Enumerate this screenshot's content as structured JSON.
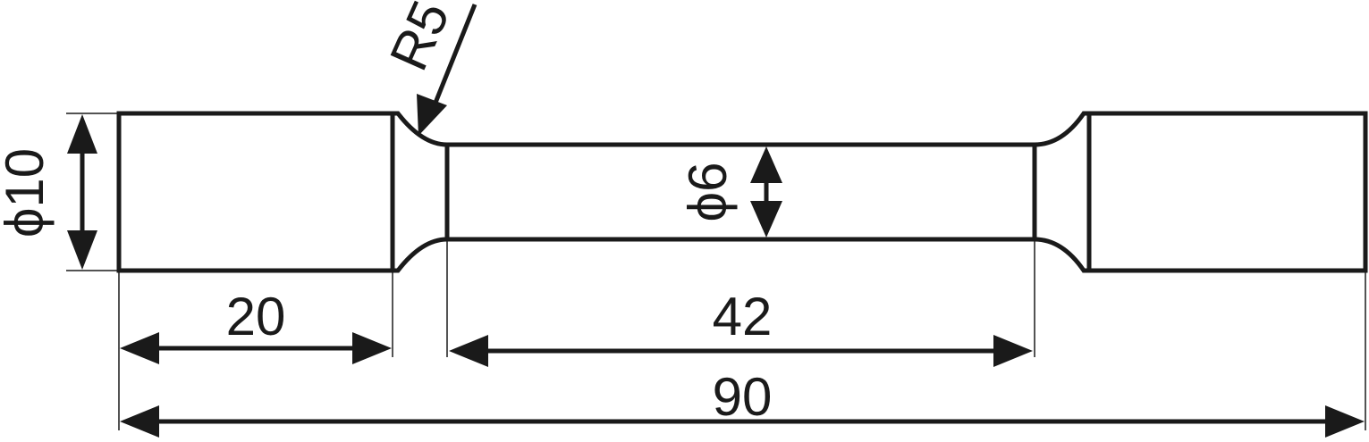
{
  "diagram": {
    "dimensions": {
      "grip_diameter": "ϕ10",
      "gauge_diameter": "ϕ6",
      "fillet_radius": "R5",
      "grip_length": "20",
      "gauge_length": "42",
      "total_length": "90"
    },
    "colors": {
      "line": "#1a1a1a",
      "background": "#ffffff"
    }
  }
}
